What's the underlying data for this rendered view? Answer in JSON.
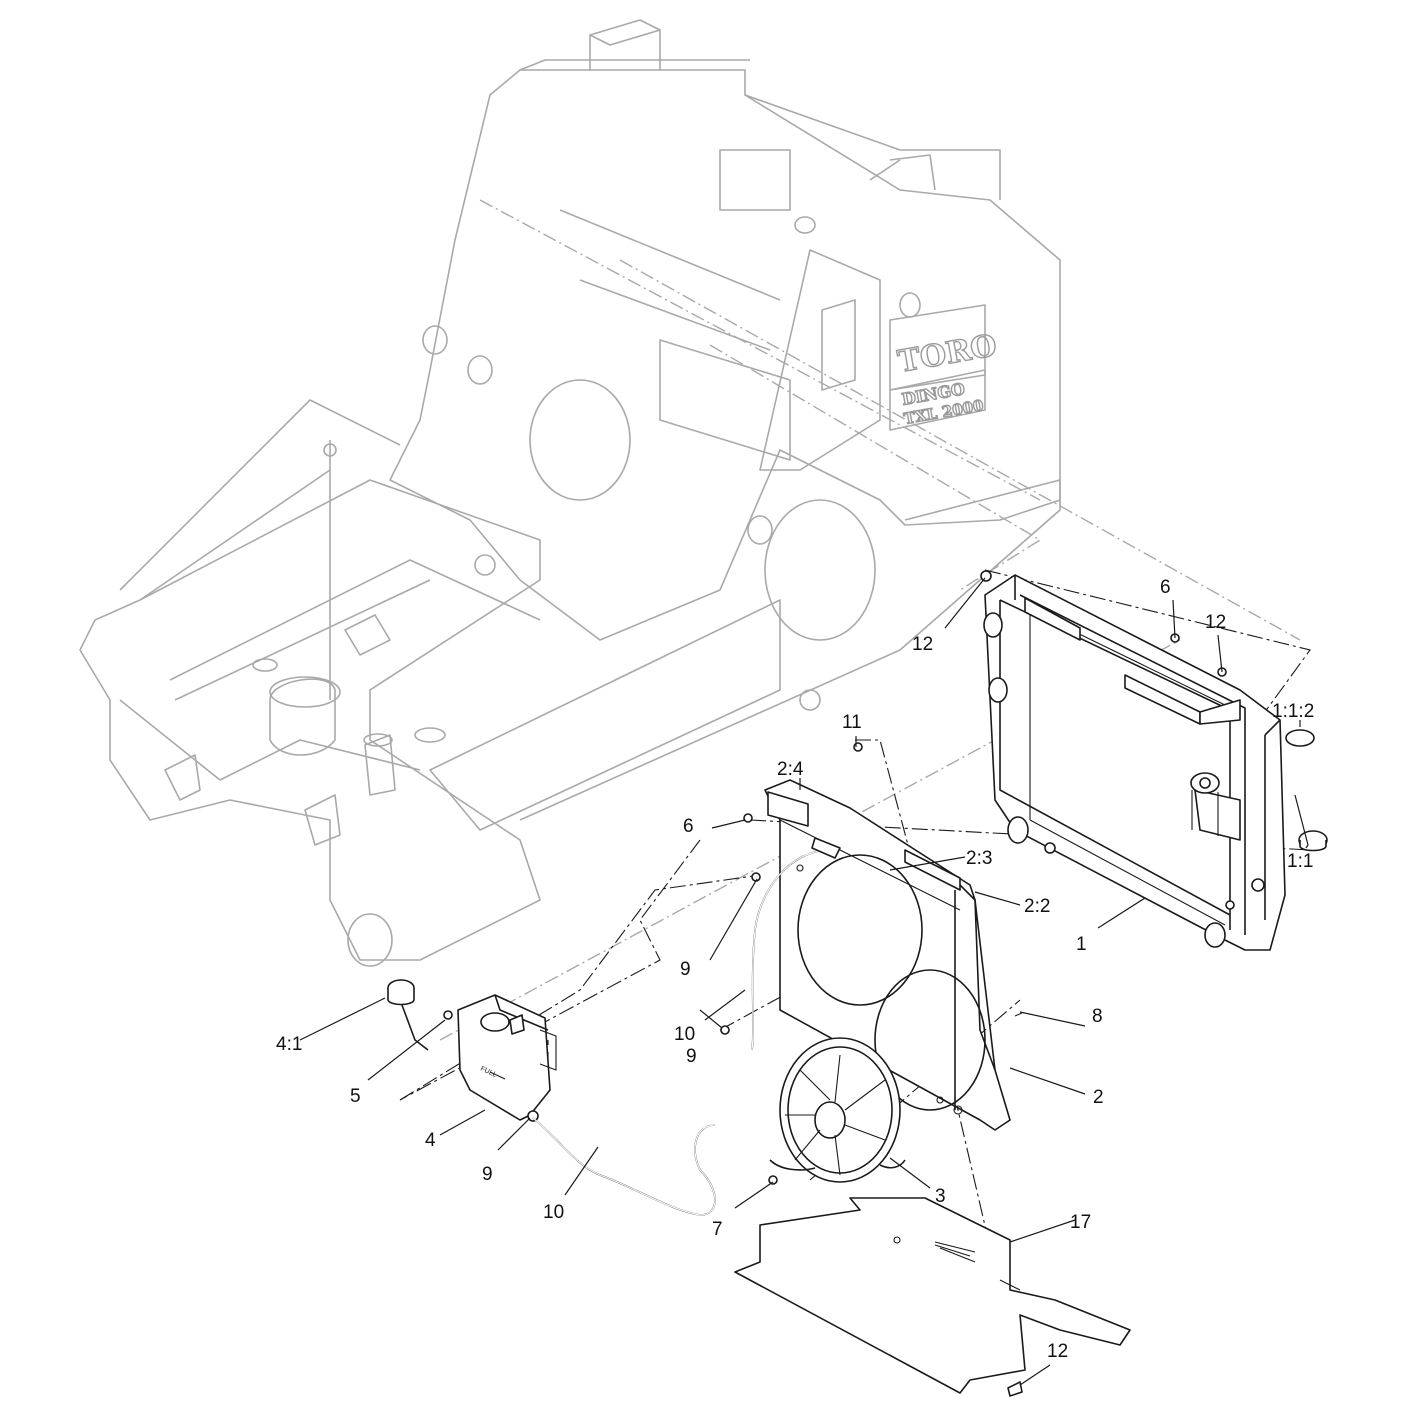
{
  "diagram": {
    "machine_branding": {
      "logo": "TORO",
      "model_name": "DINGO",
      "model_number": "TXL 2000"
    },
    "tank_label": "FULL",
    "callouts": [
      {
        "id": "c1",
        "text": "1"
      },
      {
        "id": "c11",
        "text": "1:1"
      },
      {
        "id": "c112",
        "text": "1:1:2"
      },
      {
        "id": "c2",
        "text": "2"
      },
      {
        "id": "c22",
        "text": "2:2"
      },
      {
        "id": "c23",
        "text": "2:3"
      },
      {
        "id": "c24",
        "text": "2:4"
      },
      {
        "id": "c3",
        "text": "3"
      },
      {
        "id": "c4",
        "text": "4"
      },
      {
        "id": "c41",
        "text": "4:1"
      },
      {
        "id": "c5",
        "text": "5"
      },
      {
        "id": "c6a",
        "text": "6"
      },
      {
        "id": "c6b",
        "text": "6"
      },
      {
        "id": "c7",
        "text": "7"
      },
      {
        "id": "c8",
        "text": "8"
      },
      {
        "id": "c9a",
        "text": "9"
      },
      {
        "id": "c9b",
        "text": "9"
      },
      {
        "id": "c9c",
        "text": "9"
      },
      {
        "id": "c10a",
        "text": "10"
      },
      {
        "id": "c10b",
        "text": "10"
      },
      {
        "id": "c11b",
        "text": "11"
      },
      {
        "id": "c12a",
        "text": "12"
      },
      {
        "id": "c12b",
        "text": "12"
      },
      {
        "id": "c12c",
        "text": "12"
      },
      {
        "id": "c17",
        "text": "17"
      }
    ]
  }
}
